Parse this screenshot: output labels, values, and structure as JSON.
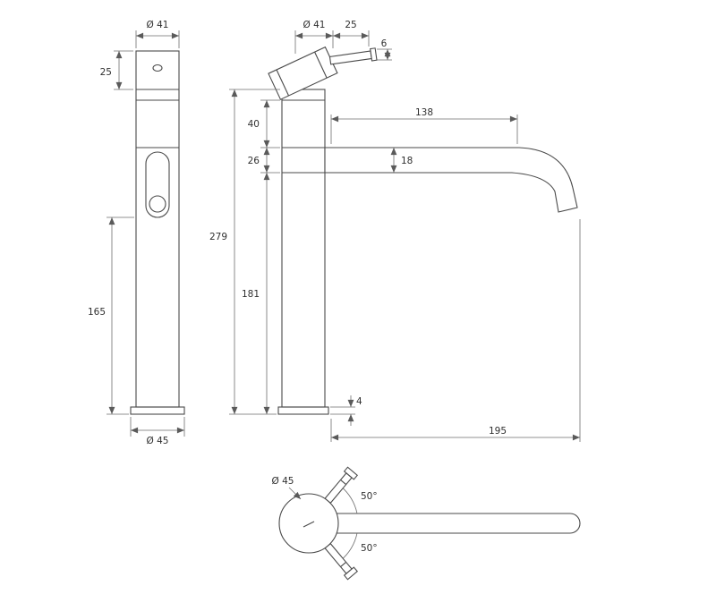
{
  "front_view": {
    "dia_top": "Ø 41",
    "cap_height": "25",
    "body_height": "165",
    "dia_base": "Ø 45"
  },
  "side_view": {
    "dia_top": "Ø 41",
    "lever_length": "25",
    "rod_dia": "6",
    "upper_section": "40",
    "mid_section": "26",
    "total_height": "279",
    "lower_section": "181",
    "spout_reach": "138",
    "spout_dia": "18",
    "base_height": "4",
    "overall_reach": "195"
  },
  "top_view": {
    "dia_base": "Ø 45",
    "angle_upper": "50°",
    "angle_lower": "50°"
  }
}
